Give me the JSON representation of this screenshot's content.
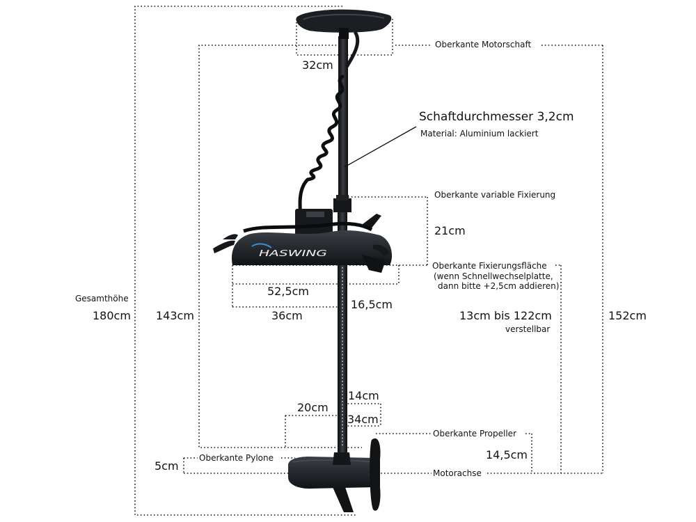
{
  "labels": {
    "motor_shaft_top": "Oberkante Motorschaft",
    "head_width": "32cm",
    "shaft_diameter": "Schaftdurchmesser 3,2cm",
    "material": "Material: Aluminium lackiert",
    "variable_fix_top": "Oberkante variable Fixierung",
    "fix_height": "21cm",
    "fix_surface_top": "Oberkante Fixierungsfläche",
    "fix_surface_note_1": "(wenn Schnellwechselplatte,",
    "fix_surface_note_2": "dann bitte +2,5cm addieren)",
    "mount_length": "52,5cm",
    "mount_front": "16,5cm",
    "mount_rear": "36cm",
    "adjustable_range": "13cm bis 122cm",
    "adjustable_note": "verstellbar",
    "total_label": "Gesamthöhe",
    "total_height": "180cm",
    "shaft_length": "143cm",
    "shaft_upper": "152cm",
    "pylon_width": "14cm",
    "motor_rear": "20cm",
    "motor_length": "34cm",
    "propeller_top": "Oberkante Propeller",
    "propeller_height": "14,5cm",
    "pylon_top": "Oberkante Pylone",
    "pylon_height": "5cm",
    "motor_axis": "Motorachse",
    "brand": "HASWING"
  },
  "colors": {
    "motor": "#1b1e22",
    "motor_highlight": "#2d3238",
    "brand_accent": "#3a8fd0",
    "dim_line": "#111111"
  }
}
